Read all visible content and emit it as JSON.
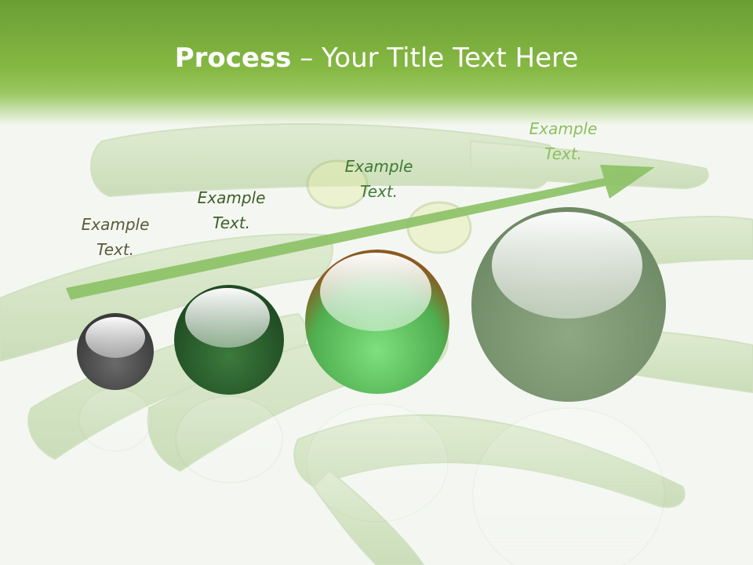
{
  "title": {
    "bold": "Process",
    "rest": " – Your Title Text Here"
  },
  "steps": [
    {
      "line1": "Example",
      "line2": "Text.",
      "color": "#5a5a3c"
    },
    {
      "line1": "Example",
      "line2": "Text.",
      "color": "#3f5e2a"
    },
    {
      "line1": "Example",
      "line2": "Text.",
      "color": "#3f7a35"
    },
    {
      "line1": "Example",
      "line2": "Text.",
      "color": "#8cbf5e"
    }
  ],
  "colors": {
    "header": "#7aae3c",
    "arrow": "#8bc164",
    "sphere1": "#4a4a4a",
    "sphere2": "#2c5e2c",
    "sphere3": "#6dca6d",
    "sphere4": "#7f9a74"
  }
}
